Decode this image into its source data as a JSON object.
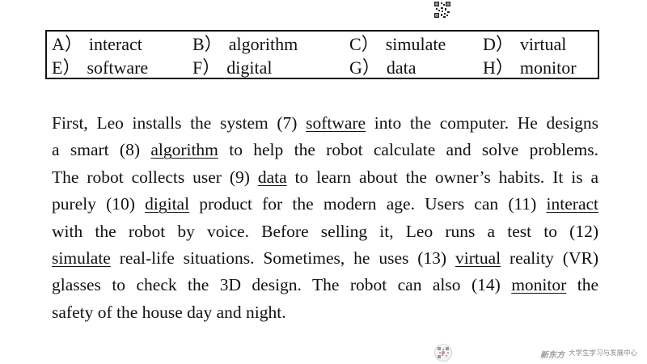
{
  "word_bank": {
    "row1": [
      {
        "letter": "A）",
        "word": "interact"
      },
      {
        "letter": "B）",
        "word": "algorithm"
      },
      {
        "letter": "C）",
        "word": "simulate"
      },
      {
        "letter": "D）",
        "word": "virtual"
      }
    ],
    "row2": [
      {
        "letter": "E）",
        "word": "software"
      },
      {
        "letter": "F）",
        "word": "digital"
      },
      {
        "letter": "G）",
        "word": "data"
      },
      {
        "letter": "H）",
        "word": "monitor"
      }
    ]
  },
  "passage": {
    "l1": {
      "a": "First, Leo installs the system (7) ",
      "ans": "software",
      "b": " into the computer. He designs"
    },
    "l2": {
      "a": "a smart (8) ",
      "ans": "algorithm",
      "b": " to help the robot calculate and solve problems."
    },
    "l3": {
      "a": "The robot collects user (9) ",
      "ans": "data",
      "b": " to learn about the owner’s habits. It is a"
    },
    "l4": {
      "a": "purely (10) ",
      "ans": "digital",
      "b": " product for the modern age. Users can (11) ",
      "ans2": "interact"
    },
    "l5": {
      "a": "with the robot by voice. Before selling it, Leo runs a test to (12)"
    },
    "l6": {
      "ans": "simulate",
      "a": " real-life situations. Sometimes, he uses (13) ",
      "ans2": "virtual",
      "b": " reality (VR)"
    },
    "l7": {
      "a": "glasses to check the 3D design. The robot can also (14) ",
      "ans": "monitor",
      "b": " the"
    },
    "l8": {
      "a": "safety of the house day and night."
    }
  },
  "footer": {
    "logo": "新东方",
    "text": "大学生学习与发展中心"
  },
  "icons": {
    "top": "qr-code-icon",
    "bottom": "wechat-qr-icon"
  }
}
